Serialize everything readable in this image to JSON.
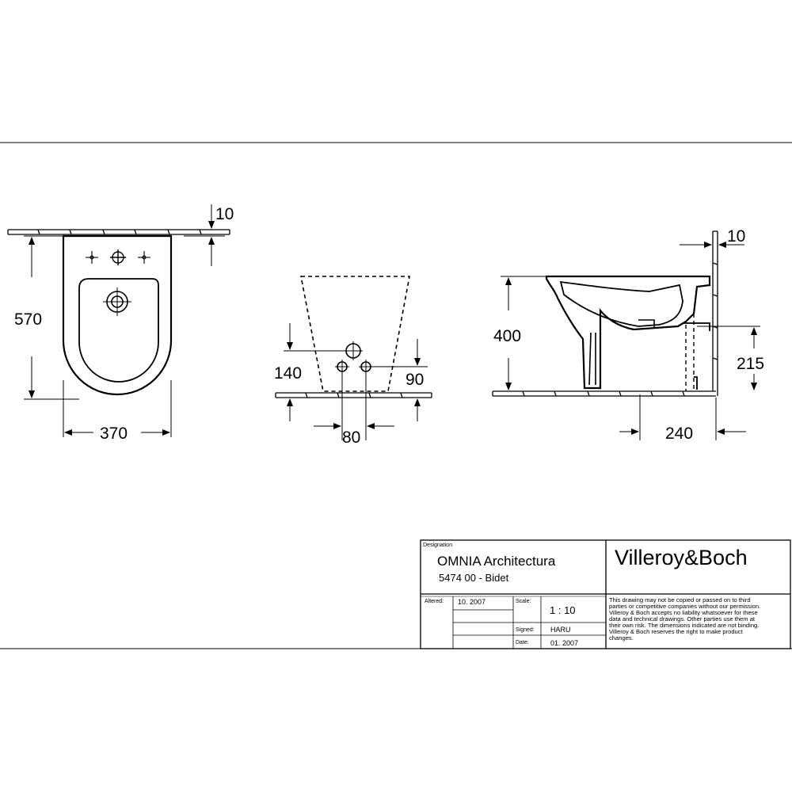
{
  "dimensions": {
    "front_view": {
      "height": "570",
      "width": "370",
      "wall_gap": "10"
    },
    "rear_view": {
      "tap_height": "140",
      "side_hole_height": "90",
      "hole_spacing": "80"
    },
    "side_view": {
      "height": "400",
      "wall_gap": "10",
      "connection_height": "215",
      "connection_depth": "240"
    }
  },
  "title_block": {
    "designation_label": "Designation",
    "product_name": "OMNIA Architectura",
    "product_code": "5474 00 - Bidet",
    "brand": "Villeroy&Boch",
    "altered_label": "Altered:",
    "altered_value": "10. 2007",
    "scale_label": "Scale:",
    "scale_value": "1 : 10",
    "signed_label": "Signed:",
    "signed_value": "HARU",
    "date_label": "Date:",
    "date_value": "01. 2007",
    "disclaimer_lines": [
      "This drawing may not be copied or passed on to third",
      "parties or competitive companies without our permission.",
      "Villeroy & Boch accepts no liability whatsoever for these",
      "data and technical drawings. Other parties use them at",
      "their own risk. The dimensions indicated are not binding.",
      "Villeroy & Boch reserves the right to make product",
      "changes."
    ]
  }
}
